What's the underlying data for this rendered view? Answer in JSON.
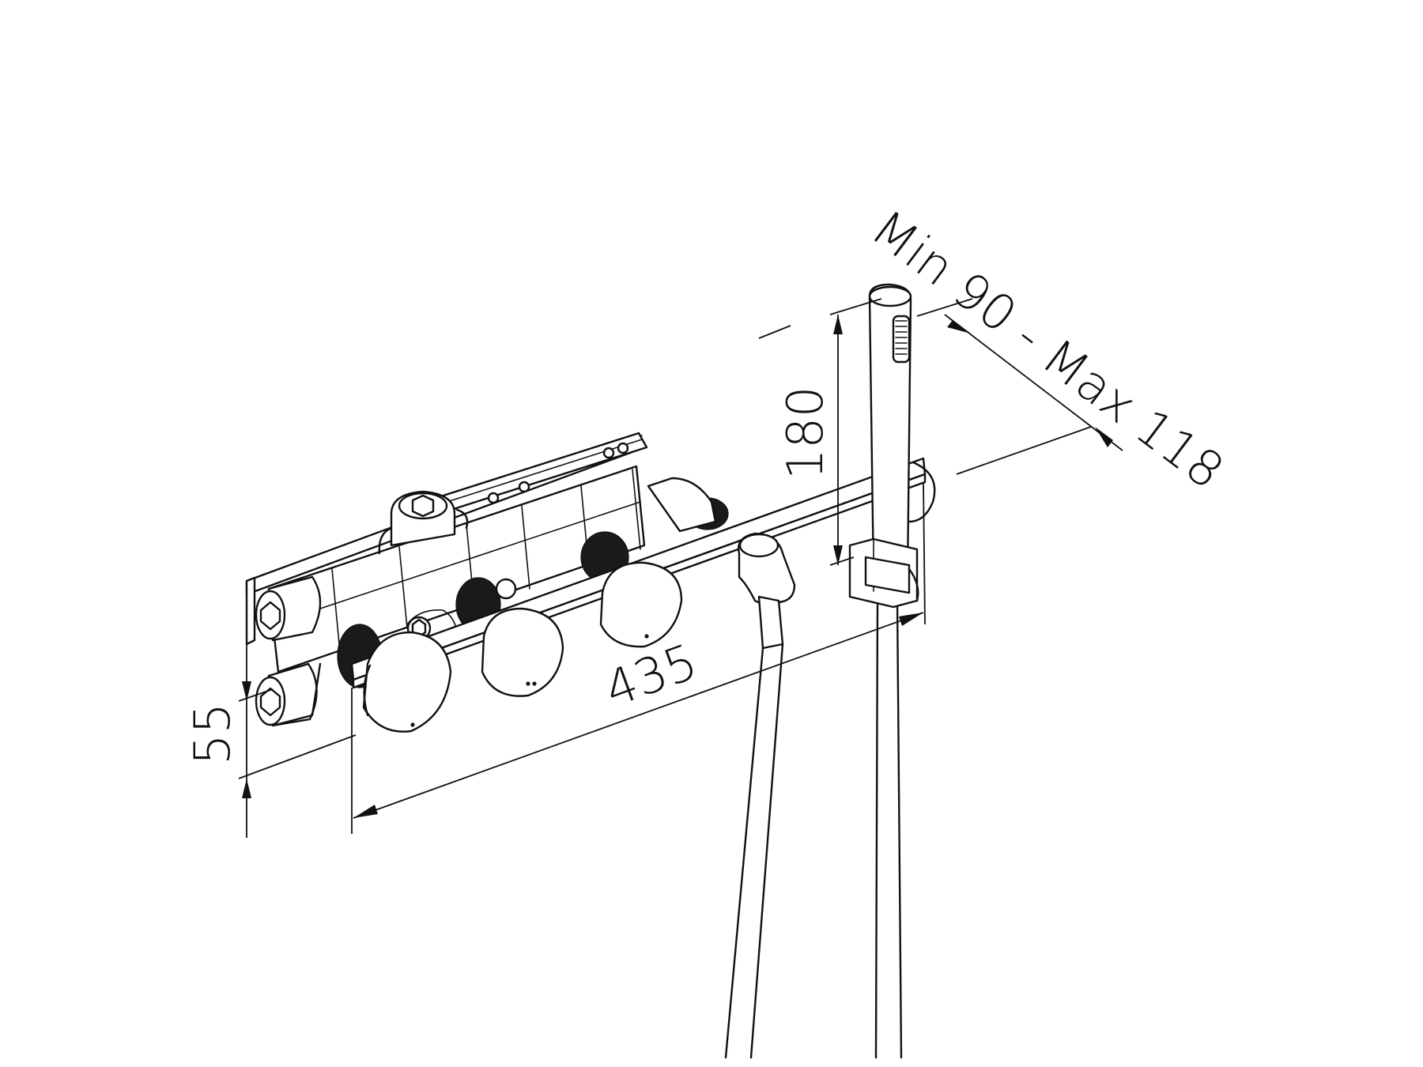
{
  "diagram": {
    "dimensions": {
      "height_55": "55",
      "length_435": "435",
      "height_180": "180",
      "range_min_max": "Min 90 - Max 118"
    },
    "colors": {
      "line": "#111111",
      "background": "#ffffff"
    }
  }
}
